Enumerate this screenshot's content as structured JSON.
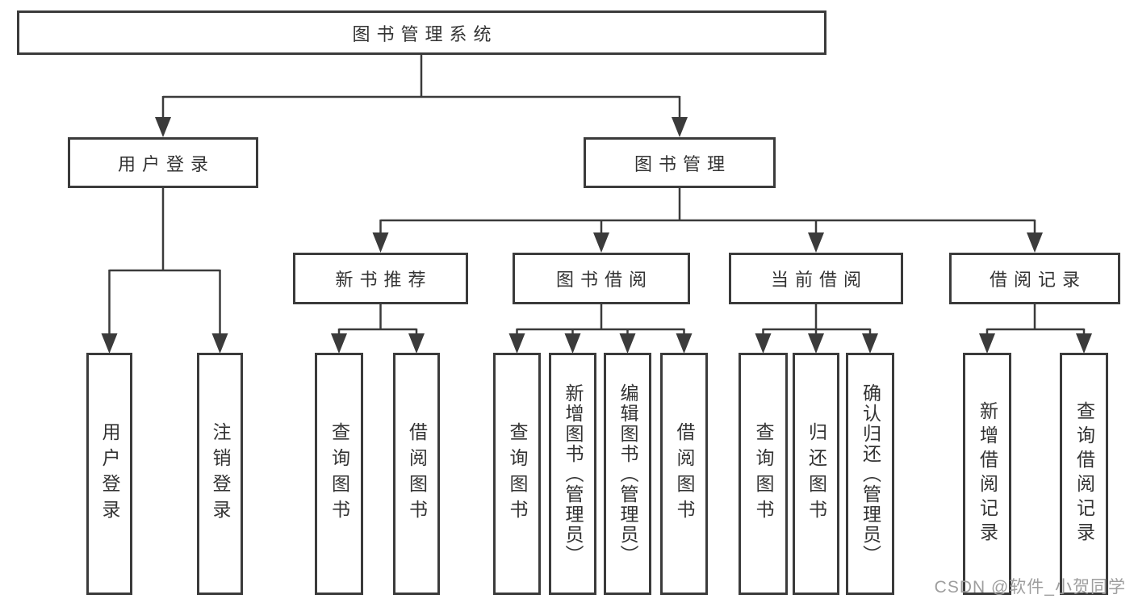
{
  "tree": {
    "label": "图书管理系统",
    "children": [
      {
        "label": "用户登录",
        "children": [
          {
            "label": "用户登录"
          },
          {
            "label": "注销登录"
          }
        ]
      },
      {
        "label": "图书管理",
        "children": [
          {
            "label": "新书推荐",
            "children": [
              {
                "label": "查询图书"
              },
              {
                "label": "借阅图书"
              }
            ]
          },
          {
            "label": "图书借阅",
            "children": [
              {
                "label": "查询图书"
              },
              {
                "label": "新增图书（管理员）"
              },
              {
                "label": "编辑图书（管理员）"
              },
              {
                "label": "借阅图书"
              }
            ]
          },
          {
            "label": "当前借阅",
            "children": [
              {
                "label": "查询图书"
              },
              {
                "label": "归还图书"
              },
              {
                "label": "确认归还（管理员）"
              }
            ]
          },
          {
            "label": "借阅记录",
            "children": [
              {
                "label": "新增借阅记录"
              },
              {
                "label": "查询借阅记录"
              }
            ]
          }
        ]
      }
    ]
  },
  "watermark": {
    "text": "CSDN @软件_小贺同学"
  },
  "colors": {
    "line": "#3b3b3b",
    "text": "#333333",
    "background": "#ffffff",
    "watermark": "#9e9e9e"
  }
}
